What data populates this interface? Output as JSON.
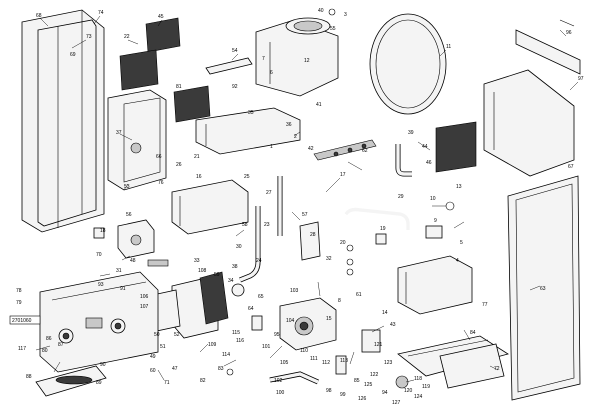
{
  "diagram": {
    "callouts": [
      {
        "id": "c68",
        "text": "68"
      },
      {
        "id": "c74",
        "text": "74"
      },
      {
        "id": "c73",
        "text": "73"
      },
      {
        "id": "c69",
        "text": "69"
      },
      {
        "id": "c22",
        "text": "22"
      },
      {
        "id": "c45",
        "text": "45"
      },
      {
        "id": "c54",
        "text": "54"
      },
      {
        "id": "c55",
        "text": "55"
      },
      {
        "id": "c40",
        "text": "40"
      },
      {
        "id": "c3",
        "text": "3"
      },
      {
        "id": "c11",
        "text": "11"
      },
      {
        "id": "c96",
        "text": "96"
      },
      {
        "id": "c97",
        "text": "97"
      },
      {
        "id": "c12",
        "text": "12"
      },
      {
        "id": "c6",
        "text": "6"
      },
      {
        "id": "c41",
        "text": "41"
      },
      {
        "id": "c92",
        "text": "92"
      },
      {
        "id": "c81",
        "text": "81"
      },
      {
        "id": "c37",
        "text": "37"
      },
      {
        "id": "c66",
        "text": "66"
      },
      {
        "id": "c35",
        "text": "35"
      },
      {
        "id": "c36",
        "text": "36"
      },
      {
        "id": "c2",
        "text": "2"
      },
      {
        "id": "c1",
        "text": "1"
      },
      {
        "id": "c53",
        "text": "53"
      },
      {
        "id": "c26",
        "text": "26"
      },
      {
        "id": "c21",
        "text": "21"
      },
      {
        "id": "c76",
        "text": "76"
      },
      {
        "id": "c16",
        "text": "16"
      },
      {
        "id": "c25",
        "text": "25"
      },
      {
        "id": "c27",
        "text": "27"
      },
      {
        "id": "c17",
        "text": "17"
      },
      {
        "id": "c42",
        "text": "42"
      },
      {
        "id": "c62",
        "text": "62"
      },
      {
        "id": "c39",
        "text": "39"
      },
      {
        "id": "c44",
        "text": "44"
      },
      {
        "id": "c46",
        "text": "46"
      },
      {
        "id": "c29",
        "text": "29"
      },
      {
        "id": "c10",
        "text": "10"
      },
      {
        "id": "c13",
        "text": "13"
      },
      {
        "id": "c9",
        "text": "9"
      },
      {
        "id": "c5",
        "text": "5"
      },
      {
        "id": "c56",
        "text": "56"
      },
      {
        "id": "c18",
        "text": "18"
      },
      {
        "id": "c70",
        "text": "70"
      },
      {
        "id": "c48",
        "text": "48"
      },
      {
        "id": "c31",
        "text": "31"
      },
      {
        "id": "c57",
        "text": "57"
      },
      {
        "id": "c58",
        "text": "58"
      },
      {
        "id": "c30",
        "text": "30"
      },
      {
        "id": "c38",
        "text": "38"
      },
      {
        "id": "c33",
        "text": "33"
      },
      {
        "id": "c34",
        "text": "34"
      },
      {
        "id": "c59",
        "text": "59"
      },
      {
        "id": "c91",
        "text": "91"
      },
      {
        "id": "c93",
        "text": "93"
      },
      {
        "id": "c106",
        "text": "106"
      },
      {
        "id": "c107",
        "text": "107"
      },
      {
        "id": "c108",
        "text": "108"
      },
      {
        "id": "c64",
        "text": "64"
      },
      {
        "id": "c65",
        "text": "65"
      },
      {
        "id": "c103",
        "text": "103"
      },
      {
        "id": "c50",
        "text": "50"
      },
      {
        "id": "c51",
        "text": "51"
      },
      {
        "id": "c52",
        "text": "52"
      },
      {
        "id": "c78",
        "text": "78"
      },
      {
        "id": "c79",
        "text": "79"
      },
      {
        "id": "c80",
        "text": "80"
      },
      {
        "id": "c86",
        "text": "86"
      },
      {
        "id": "c87",
        "text": "87"
      },
      {
        "id": "c117",
        "text": "117"
      },
      {
        "id": "c89",
        "text": "89"
      },
      {
        "id": "c88",
        "text": "88"
      },
      {
        "id": "c90",
        "text": "90"
      },
      {
        "id": "c49",
        "text": "49"
      },
      {
        "id": "c71",
        "text": "71"
      },
      {
        "id": "c60",
        "text": "60"
      },
      {
        "id": "c116",
        "text": "116"
      },
      {
        "id": "c109",
        "text": "109"
      },
      {
        "id": "c102",
        "text": "102"
      },
      {
        "id": "c100",
        "text": "100"
      },
      {
        "id": "c105",
        "text": "105"
      },
      {
        "id": "c112",
        "text": "112"
      },
      {
        "id": "c113",
        "text": "113"
      },
      {
        "id": "c123",
        "text": "123"
      },
      {
        "id": "c94",
        "text": "94"
      },
      {
        "id": "c85",
        "text": "85"
      },
      {
        "id": "c120",
        "text": "120"
      },
      {
        "id": "c118",
        "text": "118"
      },
      {
        "id": "c119",
        "text": "119"
      },
      {
        "id": "c124",
        "text": "124"
      },
      {
        "id": "c126",
        "text": "126"
      },
      {
        "id": "c14",
        "text": "14"
      },
      {
        "id": "c43",
        "text": "43"
      },
      {
        "id": "c61",
        "text": "61"
      },
      {
        "id": "c8",
        "text": "8"
      },
      {
        "id": "c15",
        "text": "15"
      },
      {
        "id": "c20",
        "text": "20"
      },
      {
        "id": "c32",
        "text": "32"
      },
      {
        "id": "c4",
        "text": "4"
      },
      {
        "id": "c63",
        "text": "63"
      },
      {
        "id": "c101",
        "text": "101"
      },
      {
        "id": "c95",
        "text": "95"
      },
      {
        "id": "c104",
        "text": "104"
      },
      {
        "id": "c110",
        "text": "110"
      },
      {
        "id": "c111",
        "text": "111"
      },
      {
        "id": "c114",
        "text": "114"
      },
      {
        "id": "c115",
        "text": "115"
      },
      {
        "id": "c121",
        "text": "121"
      },
      {
        "id": "c122",
        "text": "122"
      },
      {
        "id": "c125",
        "text": "125"
      },
      {
        "id": "c127",
        "text": "127"
      },
      {
        "id": "c98",
        "text": "98"
      },
      {
        "id": "c99",
        "text": "99"
      },
      {
        "id": "c84",
        "text": "84"
      },
      {
        "id": "c77",
        "text": "77"
      },
      {
        "id": "c72",
        "text": "72"
      },
      {
        "id": "c67",
        "text": "67"
      },
      {
        "id": "c47",
        "text": "47"
      },
      {
        "id": "c82",
        "text": "82"
      },
      {
        "id": "c83",
        "text": "83"
      },
      {
        "id": "c23",
        "text": "23"
      },
      {
        "id": "c24",
        "text": "24"
      },
      {
        "id": "c28",
        "text": "28"
      },
      {
        "id": "c19",
        "text": "19"
      },
      {
        "id": "c7",
        "text": "7"
      }
    ],
    "ref_box": "2701060"
  }
}
